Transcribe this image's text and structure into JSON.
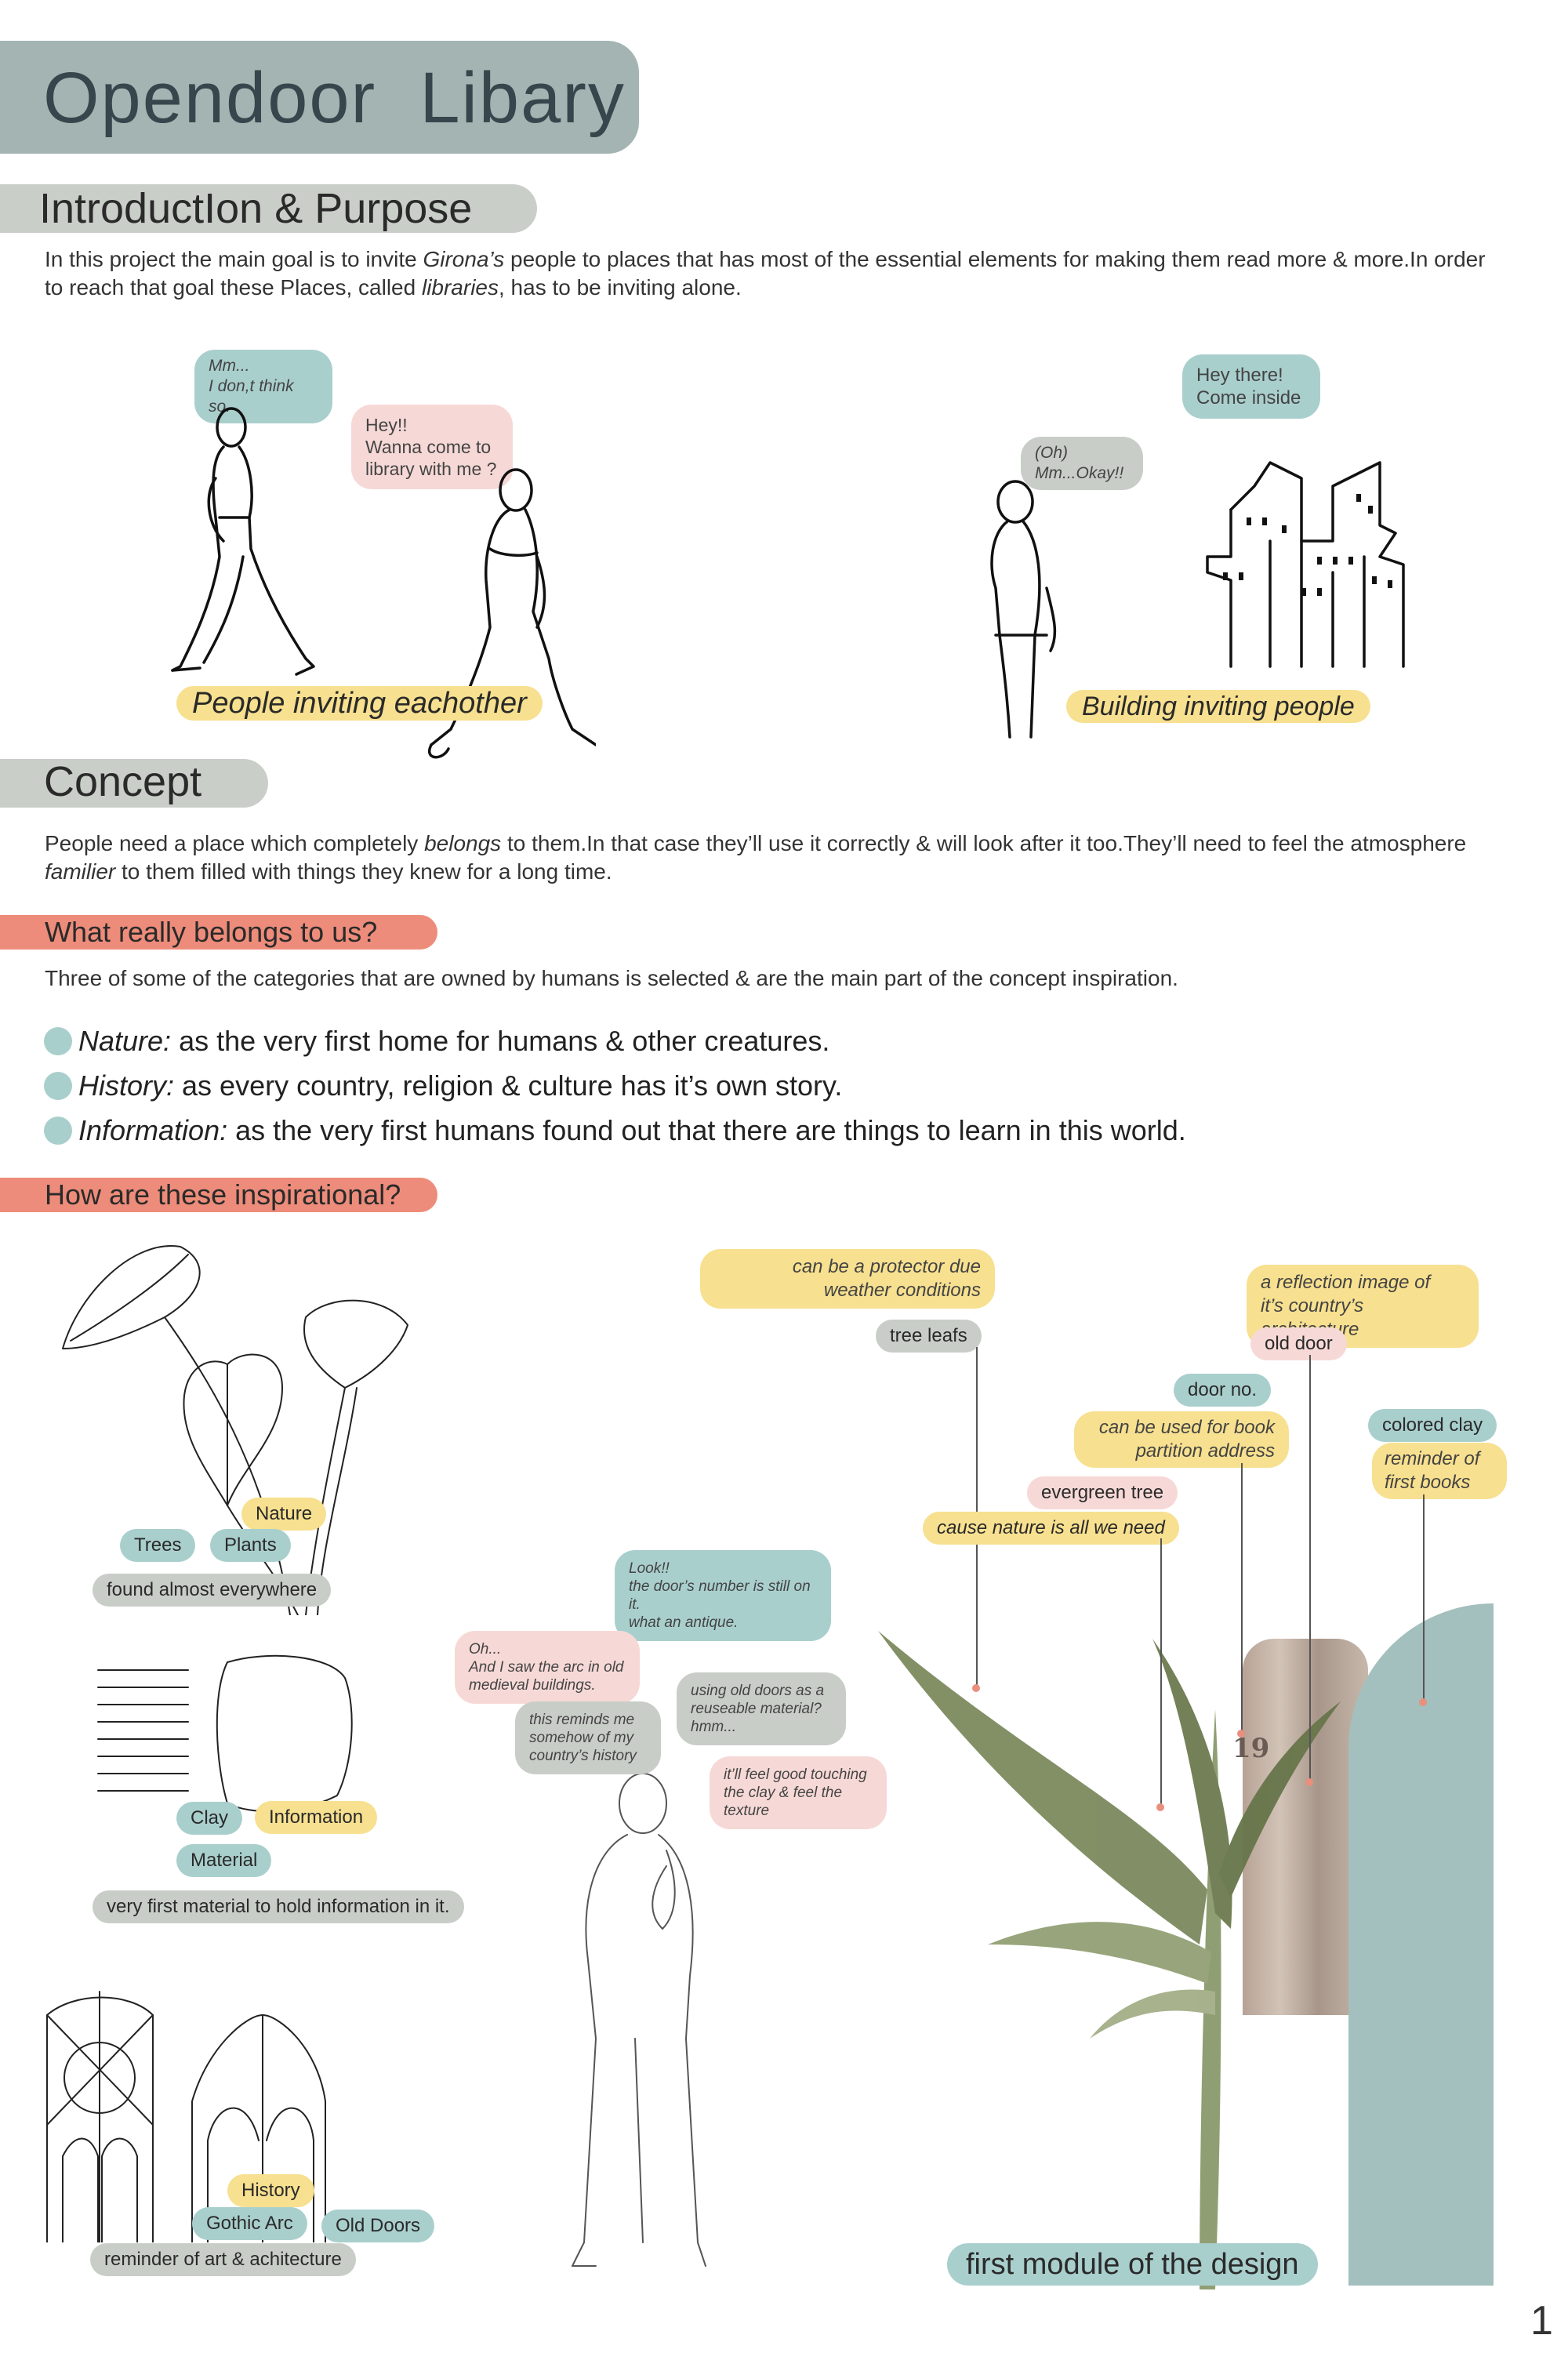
{
  "title": "Opendoor  Libary",
  "sections": {
    "intro_heading": "IntroductIon & Purpose",
    "intro_text_1a": "In this project the main goal is to invite ",
    "intro_text_1b": "Girona’s",
    "intro_text_1c": " people to places that has most of the essential elements for making them read more & more.In order",
    "intro_text_2a": "to reach that goal these Places, called ",
    "intro_text_2b": "libraries",
    "intro_text_2c": ", has to be inviting alone.",
    "concept_heading": "Concept",
    "concept_text_1a": "People need a place which completely ",
    "concept_text_1b": "belongs",
    "concept_text_1c": " to them.In that case they’ll use it correctly & will look after it too.They’ll need to feel the atmosphere",
    "concept_text_2a": "familier",
    "concept_text_2b": " to them filled with things they knew for a long time.",
    "belongs_heading": "What really belongs to us?",
    "belongs_text": "Three of some of the categories that are owned by humans is selected & are the main part of the concept inspiration.",
    "inspirational_heading": "How are these inspirational?"
  },
  "bullets": [
    {
      "term": "Nature:",
      "text": " as the very first home for humans & other creatures."
    },
    {
      "term": "History:",
      "text": " as every country, religion & culture has it’s own story."
    },
    {
      "term": "Information:",
      "text": " as the very first  humans found out that there are things to learn in this world."
    }
  ],
  "scenes": {
    "bubble_mm": "Mm...\nI don,t think so.",
    "bubble_hey": "Hey!!\nWanna come to\nlibrary with me ?",
    "bubble_okay": "(Oh)\nMm...Okay!!",
    "bubble_hey_there": "Hey there!\nCome inside",
    "caption_people": "People inviting eachother",
    "caption_building": "Building inviting people"
  },
  "nature": {
    "tag_nature": "Nature",
    "tag_trees": "Trees",
    "tag_plants": "Plants",
    "caption": "found almost everywhere"
  },
  "information": {
    "tag_clay": "Clay",
    "tag_information": "Information",
    "tag_material": "Material",
    "caption": "very first material to hold information in it."
  },
  "history": {
    "tag_history": "History",
    "tag_gothic": "Gothic Arc",
    "tag_doors": "Old Doors",
    "caption": "reminder of art & achitecture"
  },
  "thoughts": {
    "look": "Look!!\nthe door’s number is still on it.\nwhat an antique.",
    "arc": "Oh...\nAnd I saw the arc in old\nmedieval buildings.",
    "reminds": "this reminds me\nsomehow of my\ncountry’s history",
    "doors": "using old doors as a\nreuseable material?\nhmm...",
    "clay": "it’ll feel good touching\nthe clay & feel the\ntexture"
  },
  "module": {
    "protector": "can   be   a   protector   due\nweather conditions",
    "tree_leafs": "tree leafs",
    "reflection": "a reflection image of\nit’s country’s architecture",
    "old_door": "old door",
    "door_no": "door no.",
    "book_partition": "can be used for book\npartition address",
    "colored_clay": "colored clay",
    "reminder_books": "reminder of\nfirst books",
    "evergreen": "evergreen tree",
    "nature_need": "cause nature is all we need",
    "door_number": "19",
    "caption": "first module of  the design"
  },
  "page_number": "1"
}
